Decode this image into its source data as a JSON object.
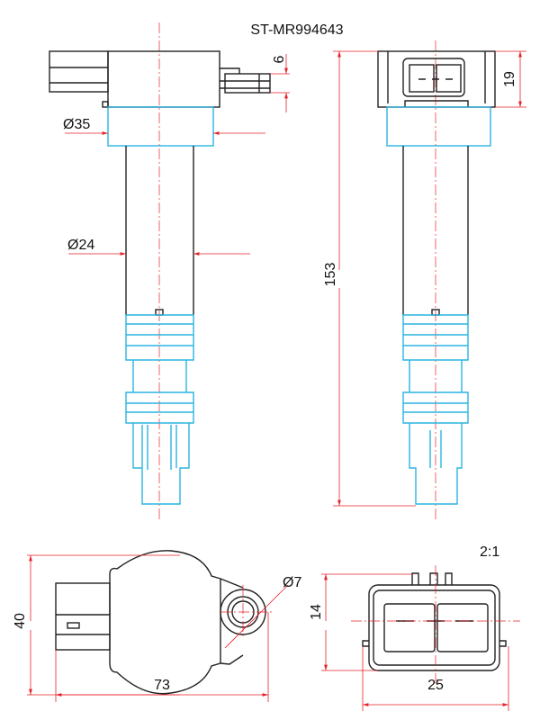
{
  "title": "ST-MR994643",
  "scale": "2:1",
  "dimensions": {
    "terminal_height": "6",
    "cap_diameter": "Ø35",
    "tube_diameter": "Ø24",
    "total_length": "153",
    "head_height": "19",
    "bottom_height": "40",
    "bottom_length": "73",
    "hole_diameter": "Ø7",
    "connector_height": "14",
    "connector_width": "25"
  },
  "colors": {
    "outline": "#222222",
    "boot": "#2bb4e0",
    "dimension": "#e8202a"
  }
}
